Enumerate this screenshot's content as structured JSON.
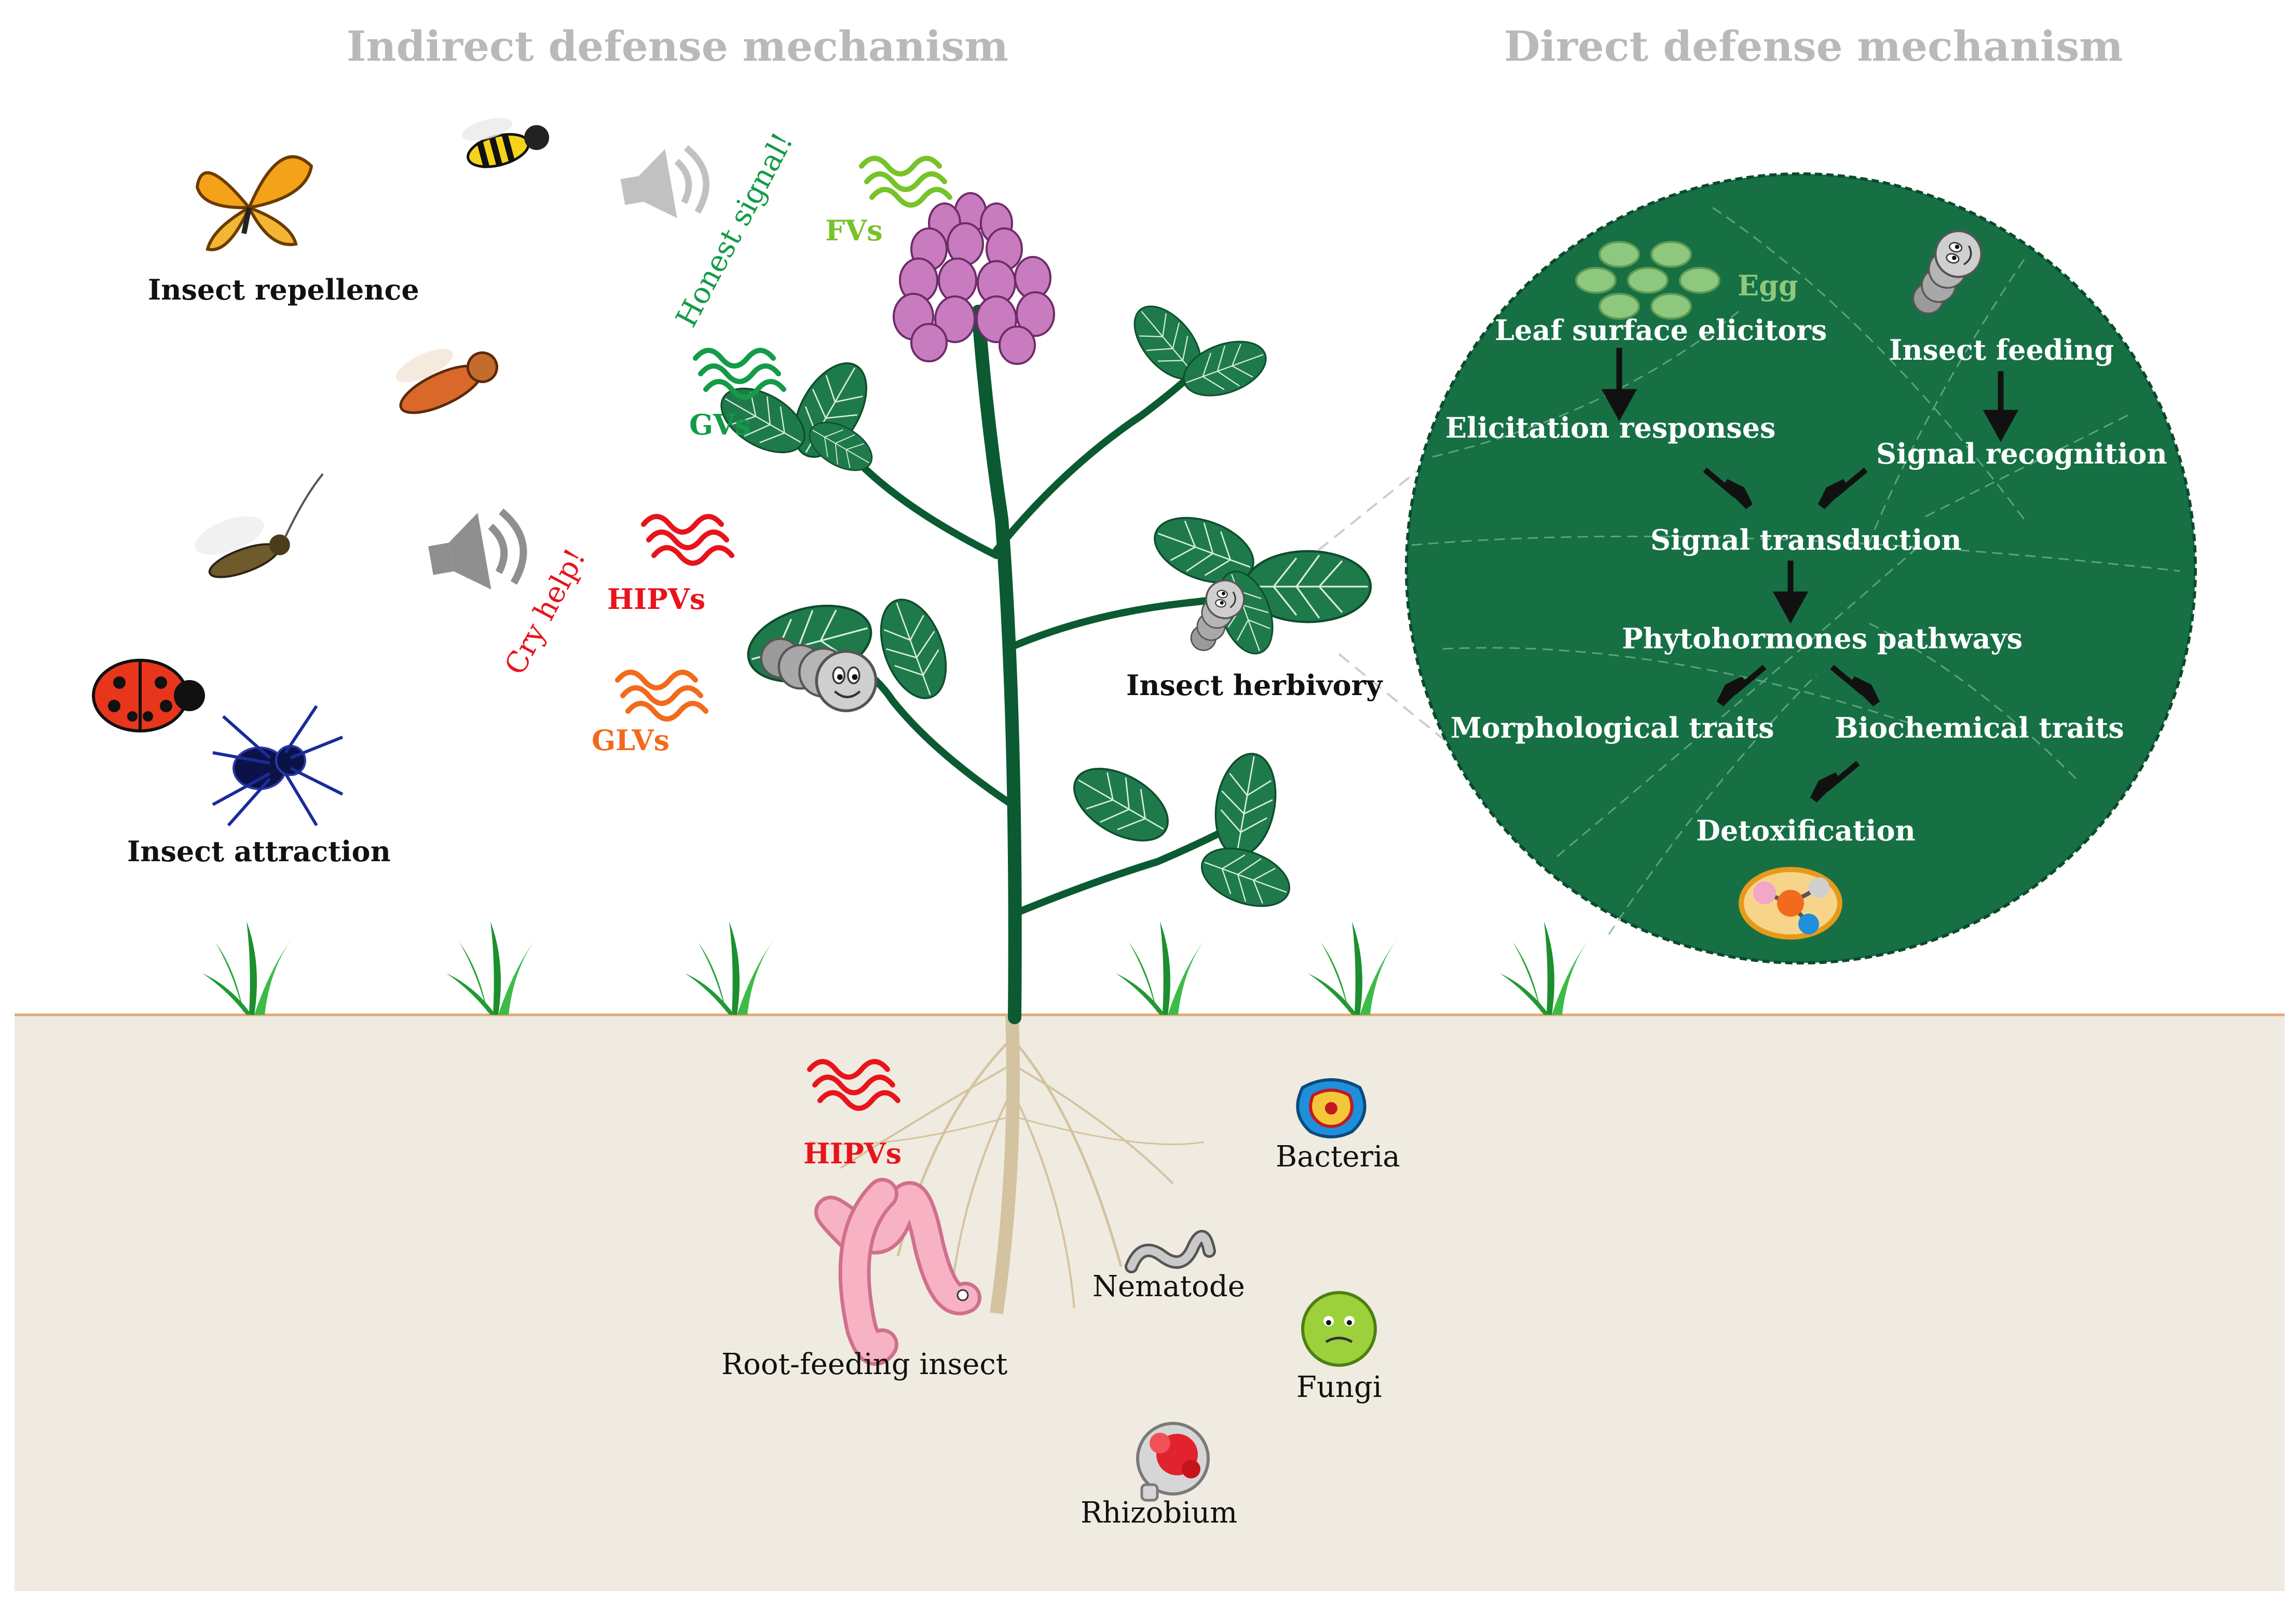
{
  "titles": {
    "indirect": "Indirect defense mechanism",
    "direct": "Direct defense mechanism"
  },
  "above_ground": {
    "insect_repellence": "Insect repellence",
    "insect_attraction": "Insect attraction",
    "honest_signal": "Honest signal!",
    "cry_help": "Cry help!",
    "fvs": "FVs",
    "gvs": "GVs",
    "hipvs": "HIPVs",
    "glvs": "GLVs",
    "insect_herbivory": "Insect herbivory"
  },
  "circle": {
    "egg": "Egg",
    "leaf_surface_elicitors": "Leaf surface elicitors",
    "insect_feeding": "Insect feeding",
    "elicitation_responses": "Elicitation responses",
    "signal_recognition": "Signal recognition",
    "signal_transduction": "Signal transduction",
    "phytohormones_pathways": "Phytohormones pathways",
    "morphological_traits": "Morphological traits",
    "biochemical_traits": "Biochemical traits",
    "detoxification": "Detoxification"
  },
  "soil": {
    "hipvs": "HIPVs",
    "bacteria": "Bacteria",
    "nematode": "Nematode",
    "root_feeding_insect": "Root-feeding insect",
    "fungi": "Fungi",
    "rhizobium": "Rhizobium"
  },
  "colors": {
    "soil": "#f0ebe0",
    "soil_line": "#e0a878",
    "circle": "#167044",
    "stem": "#0b5a32",
    "leaf": "#1f7a4b",
    "flower": "#c97bc0",
    "gvs": "#139b47",
    "fvs": "#78c22a",
    "hipvs": "#e8141c",
    "glvs": "#f26a1b",
    "title": "#b9b9b9"
  }
}
